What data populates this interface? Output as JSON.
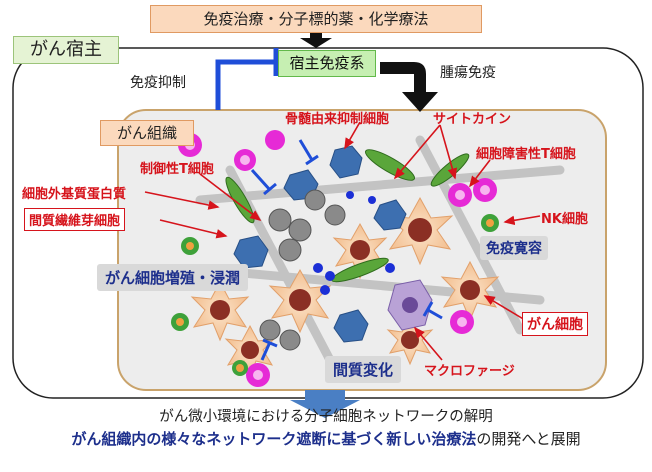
{
  "title": "免疫治療・分子標的薬・化学療法",
  "host_label": "がん宿主",
  "immune_suppression": "免疫抑制",
  "host_immune": "宿主免疫系",
  "tumor_immunity": "腫瘍免疫",
  "tissue_label": "がん組織",
  "cells": {
    "mdsc": "骨髄由来抑制細胞",
    "cytokine": "サイトカイン",
    "cytotoxic_t": "細胞障害性T細胞",
    "treg": "制御性T細胞",
    "ecm": "細胞外基質蛋白質",
    "fibroblast": "間質繊維芽細胞",
    "nk": "NK細胞",
    "immune_tolerance": "免疫寛容",
    "proliferation": "がん細胞増殖・浸潤",
    "cancer_cell": "がん細胞",
    "stromal_change": "間質変化",
    "macrophage": "マクロファージ"
  },
  "bottom": {
    "line1": "がん微小環境における分子細胞ネットワークの解明",
    "line2_bold": "がん組織内の様々なネットワーク遮断に基づく新しい治療法",
    "line2_rest": "の開発へと展開"
  },
  "colors": {
    "arrow_red": "#d6141c",
    "inhibit_blue": "#1f4ed8",
    "cancer_cell": "#f6c89a",
    "nucleus": "#8b2f24"
  }
}
